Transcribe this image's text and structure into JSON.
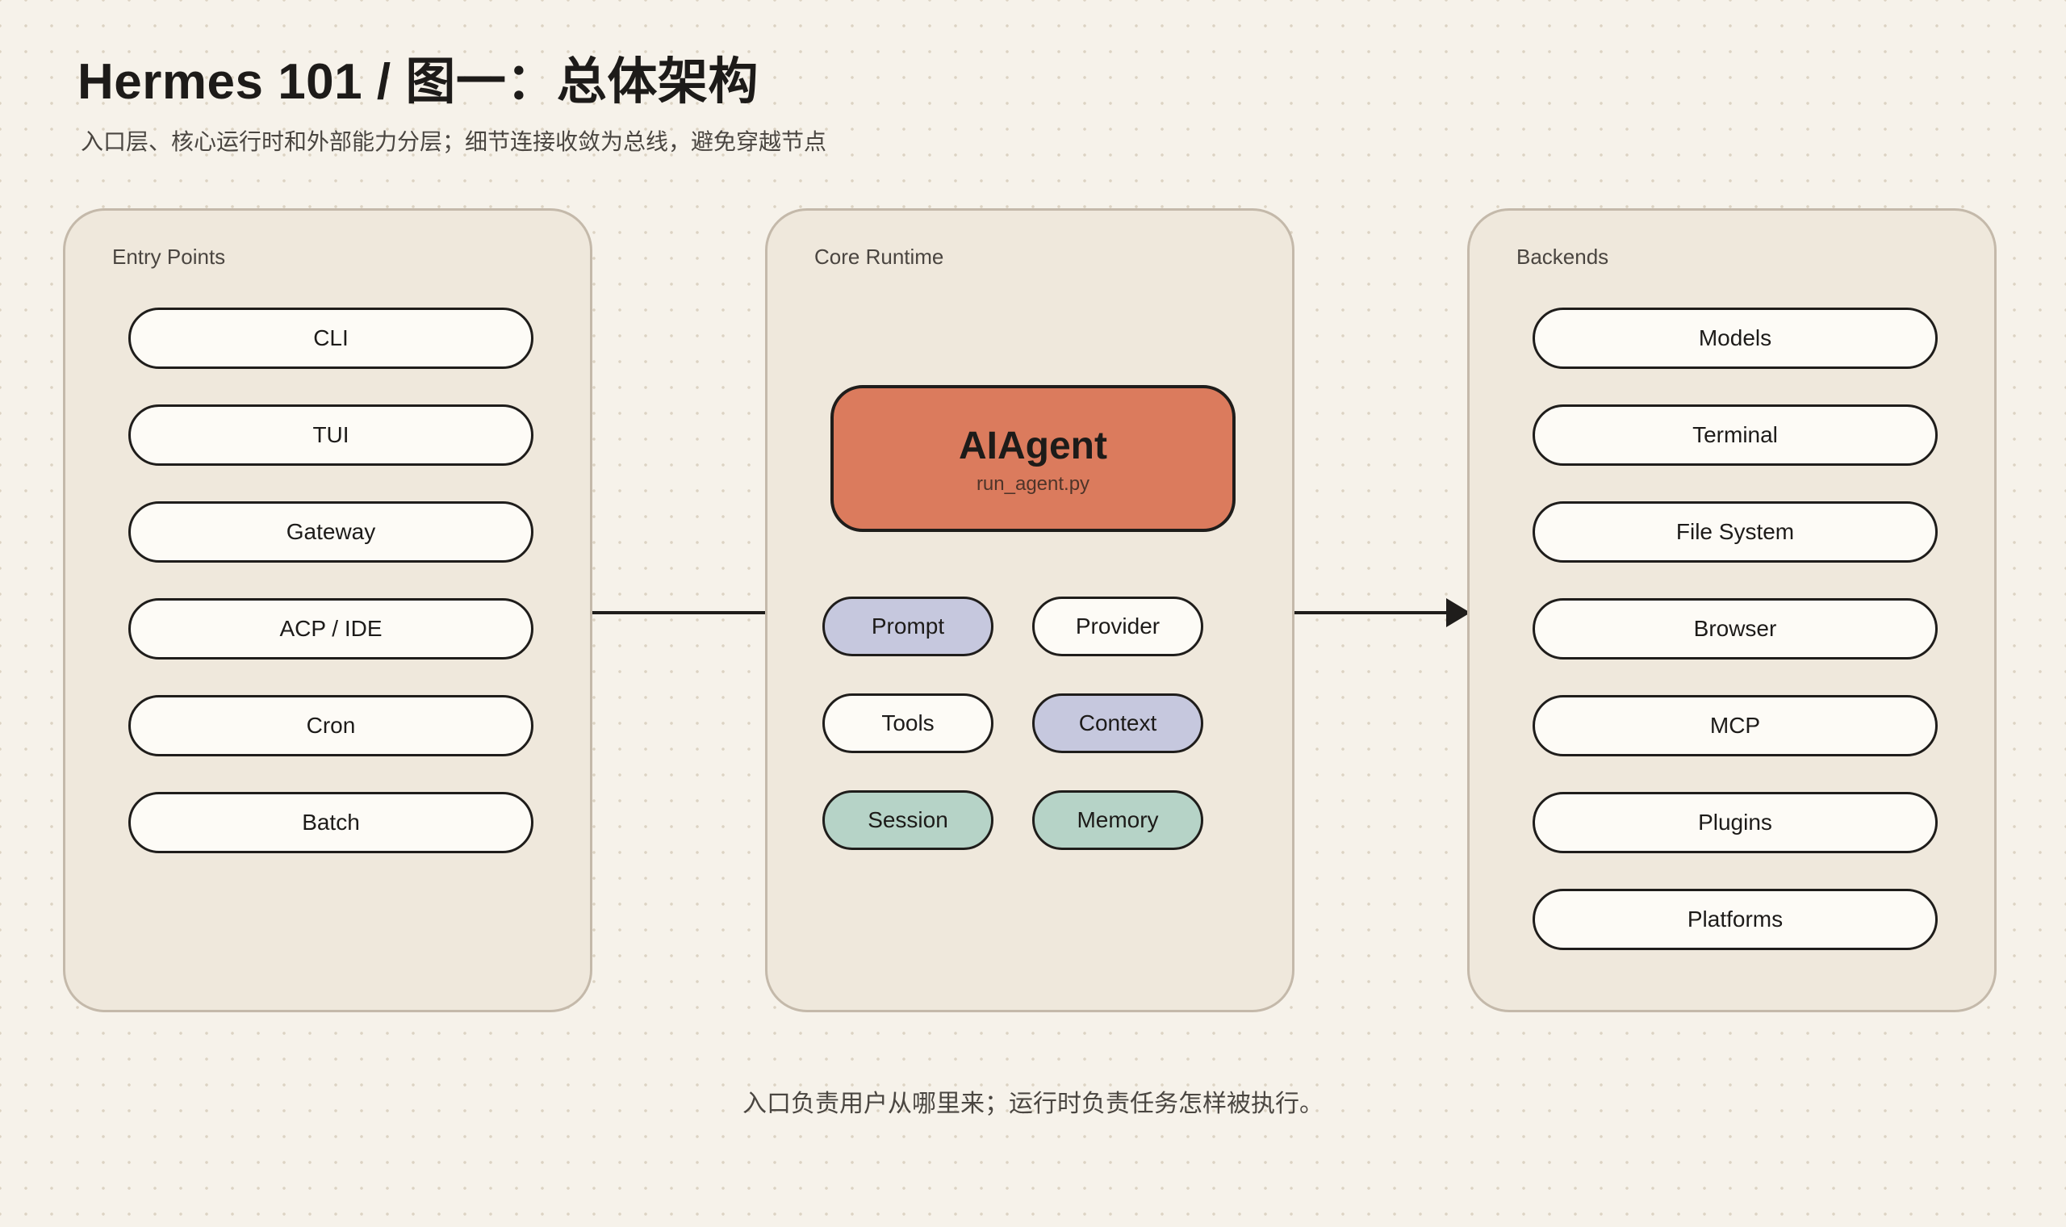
{
  "header": {
    "title": "Hermes 101 / 图一：总体架构",
    "subtitle": "入口层、核心运行时和外部能力分层；细节连接收敛为总线，避免穿越节点"
  },
  "entry_points": {
    "label": "Entry Points",
    "items": [
      "CLI",
      "TUI",
      "Gateway",
      "ACP / IDE",
      "Cron",
      "Batch"
    ]
  },
  "core_runtime": {
    "label": "Core Runtime",
    "agent": {
      "title": "AIAgent",
      "subtitle": "run_agent.py"
    },
    "modules": [
      {
        "label": "Prompt",
        "style": "lavender"
      },
      {
        "label": "Provider",
        "style": "plain"
      },
      {
        "label": "Tools",
        "style": "plain"
      },
      {
        "label": "Context",
        "style": "lavender"
      },
      {
        "label": "Session",
        "style": "sage"
      },
      {
        "label": "Memory",
        "style": "sage"
      }
    ]
  },
  "backends": {
    "label": "Backends",
    "items": [
      "Models",
      "Terminal",
      "File System",
      "Browser",
      "MCP",
      "Plugins",
      "Platforms"
    ]
  },
  "connections": [
    {
      "from": "Entry Points",
      "to": "Core Runtime",
      "arrow": false
    },
    {
      "from": "Core Runtime",
      "to": "Backends",
      "arrow": true
    }
  ],
  "footer": {
    "caption": "入口负责用户从哪里来；运行时负责任务怎样被执行。"
  },
  "colors": {
    "background": "#f6f2ea",
    "panel": "#efe8dc",
    "panel_border": "#c4b9aa",
    "node": "#fdfbf6",
    "agent": "#db7b5d",
    "lavender": "#c6c8de",
    "sage": "#b6d3c7",
    "stroke": "#1f1d1b"
  }
}
